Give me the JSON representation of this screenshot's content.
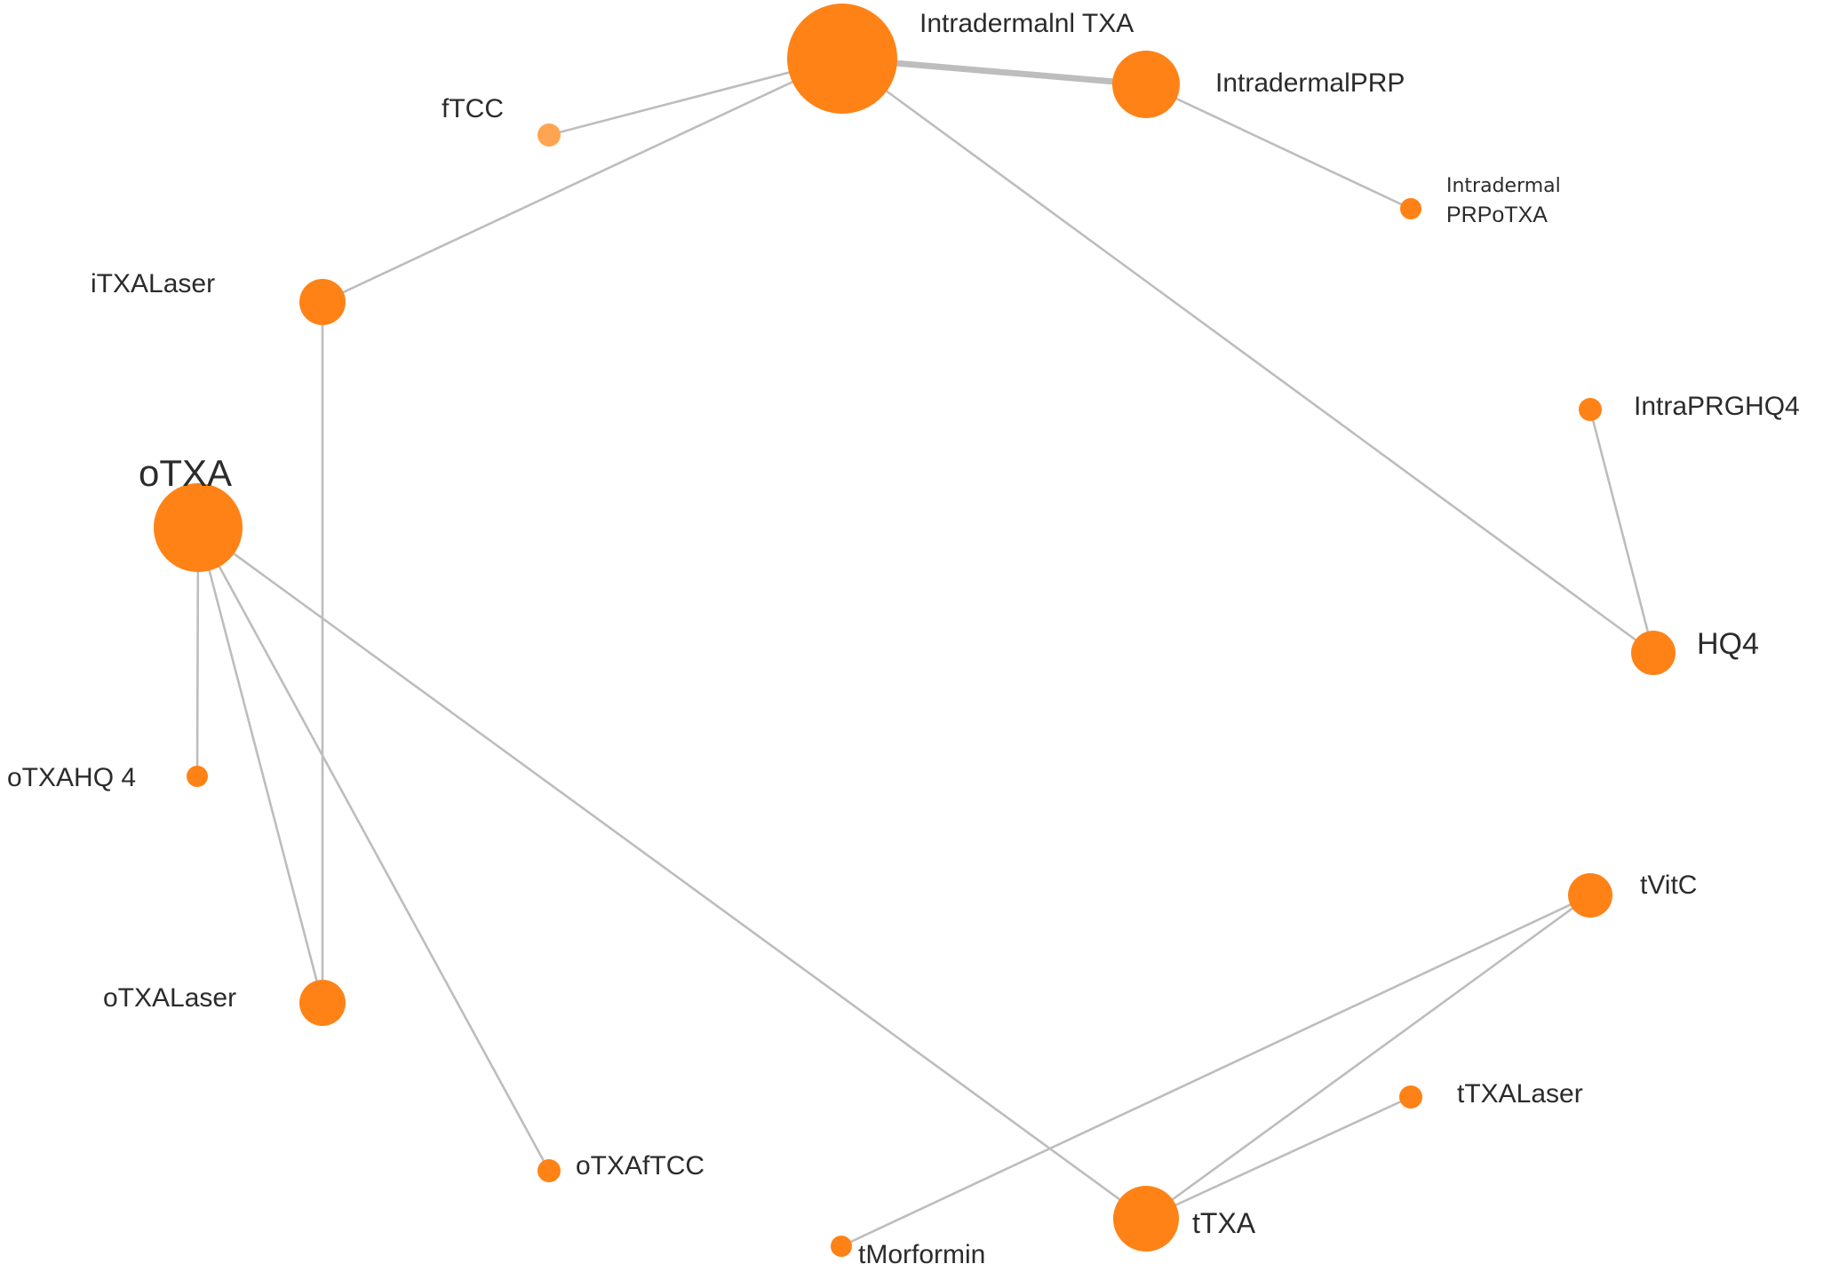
{
  "diagram": {
    "nodes": [
      {
        "id": "intradermal_txa",
        "label": "Intradermalnl TXA",
        "color": "#ff8216"
      },
      {
        "id": "intradermal_prp",
        "label": "IntradermalPRP",
        "color": "#ff8216"
      },
      {
        "id": "intradermal_prpotxa",
        "label": [
          "Intradermal",
          "PRPoTXA"
        ],
        "color": "#ff8216"
      },
      {
        "id": "ftcc",
        "label": "fTCC",
        "color": "#ffa552"
      },
      {
        "id": "itxalaser",
        "label": "iTXALaser",
        "color": "#ff8216"
      },
      {
        "id": "intraprghq4",
        "label": "IntraPRGHQ4",
        "color": "#ff8216"
      },
      {
        "id": "hq4",
        "label": "HQ4",
        "color": "#ff8216"
      },
      {
        "id": "otxa",
        "label": "oTXA",
        "color": "#ff8216"
      },
      {
        "id": "otxahq4",
        "label": "oTXAHQ 4",
        "color": "#ff8216"
      },
      {
        "id": "otxalaser",
        "label": "oTXALaser",
        "color": "#ff8216"
      },
      {
        "id": "otxaftcc",
        "label": "oTXAfTCC",
        "color": "#ff8216"
      },
      {
        "id": "tvitc",
        "label": "tVitC",
        "color": "#ff8216"
      },
      {
        "id": "ttxalaser",
        "label": "tTXALaser",
        "color": "#ff8216"
      },
      {
        "id": "ttxa",
        "label": "tTXA",
        "color": "#ff8216"
      },
      {
        "id": "tmorformin",
        "label": "tMorformin",
        "color": "#ff8216"
      }
    ],
    "edges": [
      {
        "from": "intradermal_txa",
        "to": "intradermal_prp",
        "weight": 3
      },
      {
        "from": "intradermal_txa",
        "to": "ftcc",
        "weight": 1
      },
      {
        "from": "intradermal_txa",
        "to": "itxalaser",
        "weight": 1
      },
      {
        "from": "intradermal_txa",
        "to": "hq4",
        "weight": 1
      },
      {
        "from": "intradermal_prp",
        "to": "intradermal_prpotxa",
        "weight": 1
      },
      {
        "from": "intraprghq4",
        "to": "hq4",
        "weight": 1
      },
      {
        "from": "itxalaser",
        "to": "otxalaser",
        "weight": 1
      },
      {
        "from": "otxa",
        "to": "otxahq4",
        "weight": 1
      },
      {
        "from": "otxa",
        "to": "otxalaser",
        "weight": 1
      },
      {
        "from": "otxa",
        "to": "otxaftcc",
        "weight": 1
      },
      {
        "from": "otxa",
        "to": "ttxa",
        "weight": 1
      },
      {
        "from": "tvitc",
        "to": "ttxa",
        "weight": 1
      },
      {
        "from": "tvitc",
        "to": "tmorformin",
        "weight": 1
      },
      {
        "from": "ttxalaser",
        "to": "ttxa",
        "weight": 1
      }
    ]
  }
}
